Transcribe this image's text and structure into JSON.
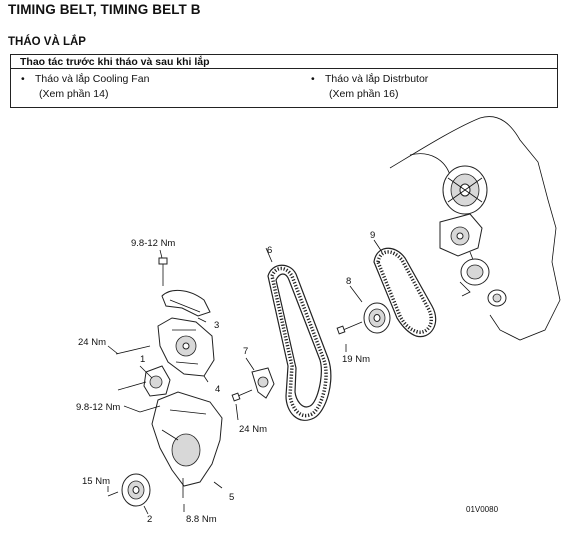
{
  "header": {
    "title": "TIMING BELT, TIMING BELT B",
    "subtitle": "THÁO VÀ LẮP"
  },
  "prereq": {
    "heading": "Thao tác trước khi tháo và sau khi lắp",
    "items": [
      {
        "bullet": "•",
        "label": "Tháo và lắp Cooling Fan",
        "ref": "(Xem phần 14)"
      },
      {
        "bullet": "•",
        "label": "Tháo và lắp Distrbutor",
        "ref": "(Xem phần 16)"
      }
    ]
  },
  "diagram": {
    "callouts": {
      "t_top": "9.8-12 Nm",
      "t_24a": "24 Nm",
      "t_98b": "9.8-12 Nm",
      "t_15": "15 Nm",
      "t_88": "8.8 Nm",
      "t_24b": "24 Nm",
      "t_19": "19 Nm",
      "n1": "1",
      "n2": "2",
      "n3": "3",
      "n4": "4",
      "n5": "5",
      "n6": "6",
      "n7": "7",
      "n8": "8",
      "n9": "9"
    },
    "figure_code": "01V0080"
  }
}
